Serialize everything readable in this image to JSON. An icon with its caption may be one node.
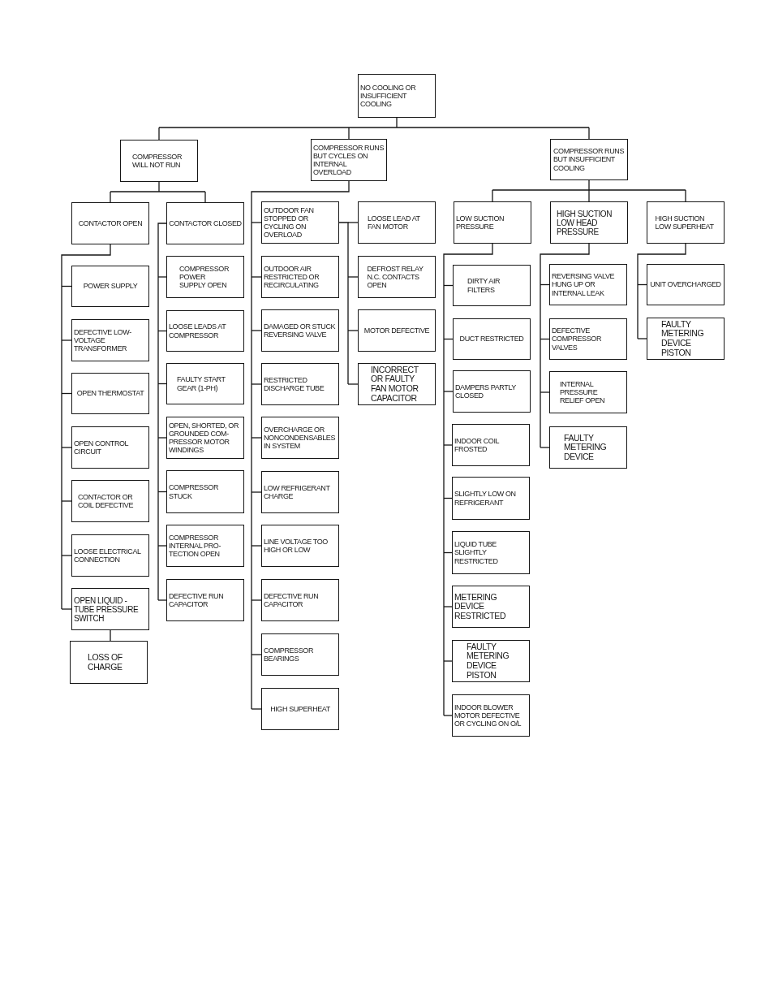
{
  "diagram": {
    "nodes": [
      {
        "text": [
          "NO COOLING OR INSUFFICIENT COOLING"
        ]
      },
      {
        "text": [
          "COMPRESSOR WILL NOT RUN"
        ]
      },
      {
        "text": [
          "COMPRESSOR RUNS BUT CYCLES ON INTERNAL OVERLOAD"
        ]
      },
      {
        "text": [
          "COMPRESSOR RUNS BUT INSUFFICIENT COOLING"
        ]
      },
      {
        "text": [
          "CONTACTOR OPEN"
        ]
      },
      {
        "text": [
          "CONTACTOR CLOSED"
        ]
      },
      {
        "text": [
          "POWER SUPPLY"
        ]
      },
      {
        "text": [
          "DEFECTIVE LOW- VOLTAGE TRANSFORMER"
        ]
      },
      {
        "text": [
          "OPEN THERMOSTAT"
        ]
      },
      {
        "text": [
          "OPEN CONTROL CIRCUIT"
        ]
      },
      {
        "text": [
          "CONTACTOR OR COIL DEFECTIVE"
        ]
      },
      {
        "text": [
          "LOOSE ELECTRICAL CONNECTION"
        ]
      },
      {
        "text": [
          "OPEN LIQUID - TUBE PRESSURE SWITCH"
        ]
      },
      {
        "text": [
          "LOSS OF CHARGE"
        ]
      },
      {
        "text": [
          "COMPRESSOR POWER SUPPLY OPEN"
        ]
      },
      {
        "text": [
          "LOOSE LEADS AT COMPRESSOR"
        ]
      },
      {
        "text": [
          "FAULTY START GEAR (1-PH)"
        ]
      },
      {
        "text": [
          "OPEN, SHORTED, OR GROUNDED COM- PRESSOR MOTOR WINDINGS"
        ]
      },
      {
        "text": [
          "COMPRESSOR STUCK"
        ]
      },
      {
        "text": [
          "COMPRESSOR INTERNAL PRO- TECTION OPEN"
        ]
      },
      {
        "text": [
          "DEFECTIVE RUN CAPACITOR"
        ]
      },
      {
        "text": [
          "OUTDOOR FAN STOPPED OR CYCLING ON OVERLOAD"
        ]
      },
      {
        "text": [
          "OUTDOOR AIR RESTRICTED OR RECIRCULATING"
        ]
      },
      {
        "text": [
          "DAMAGED OR STUCK REVERSING VALVE"
        ]
      },
      {
        "text": [
          "RESTRICTED DISCHARGE TUBE"
        ]
      },
      {
        "text": [
          "OVERCHARGE OR NONCONDENSABLES IN SYSTEM"
        ]
      },
      {
        "text": [
          "LOW REFRIGERANT CHARGE"
        ]
      },
      {
        "text": [
          "LINE VOLTAGE TOO HIGH OR LOW"
        ]
      },
      {
        "text": [
          "DEFECTIVE RUN CAPACITOR"
        ]
      },
      {
        "text": [
          "COMPRESSOR BEARINGS"
        ]
      },
      {
        "text": [
          "HIGH SUPERHEAT"
        ]
      },
      {
        "text": [
          "LOOSE LEAD AT FAN MOTOR"
        ]
      },
      {
        "text": [
          "DEFROST RELAY N.C. CONTACTS OPEN"
        ]
      },
      {
        "text": [
          "MOTOR DEFECTIVE"
        ]
      },
      {
        "text": [
          "INCORRECT OR FAULTY FAN MOTOR CAPACITOR"
        ]
      },
      {
        "text": [
          "LOW SUCTION PRESSURE"
        ]
      },
      {
        "text": [
          "HIGH SUCTION LOW HEAD PRESSURE"
        ]
      },
      {
        "text": [
          "HIGH SUCTION LOW SUPERHEAT"
        ]
      },
      {
        "text": [
          "DIRTY AIR FILTERS"
        ]
      },
      {
        "text": [
          "DUCT RESTRICTED"
        ]
      },
      {
        "text": [
          "DAMPERS PARTLY CLOSED"
        ]
      },
      {
        "text": [
          "INDOOR COIL FROSTED"
        ]
      },
      {
        "text": [
          "SLIGHTLY LOW ON REFRIGERANT"
        ]
      },
      {
        "text": [
          "LIQUID TUBE SLIGHTLY RESTRICTED"
        ]
      },
      {
        "text": [
          "METERING DEVICE RESTRICTED"
        ]
      },
      {
        "text": [
          "FAULTY METERING DEVICE PISTON"
        ]
      },
      {
        "text": [
          "INDOOR BLOWER MOTOR DEFECTIVE OR CYCLING ON O/L"
        ]
      },
      {
        "text": [
          "REVERSING VALVE HUNG UP OR INTERNAL LEAK"
        ]
      },
      {
        "text": [
          "DEFECTIVE COMPRESSOR VALVES"
        ]
      },
      {
        "text": [
          "INTERNAL PRESSURE RELIEF OPEN"
        ]
      },
      {
        "text": [
          "FAULTY METERING DEVICE"
        ]
      },
      {
        "text": [
          "UNIT OVERCHARGED"
        ]
      },
      {
        "text": [
          "FAULTY METERING DEVICE PISTON"
        ]
      }
    ],
    "edges": [
      {
        "from": 0,
        "to": 1,
        "arrow": "none"
      },
      {
        "from": 0,
        "to": 2,
        "arrow": "none"
      },
      {
        "from": 0,
        "to": 3,
        "arrow": "none"
      },
      {
        "from": 1,
        "to": 4,
        "arrow": "none"
      },
      {
        "from": 1,
        "to": 5,
        "arrow": "none"
      },
      {
        "from": 4,
        "to": 6,
        "arrow": "none"
      },
      {
        "from": 4,
        "to": 7,
        "arrow": "none"
      },
      {
        "from": 4,
        "to": 8,
        "arrow": "none"
      },
      {
        "from": 4,
        "to": 9,
        "arrow": "none"
      },
      {
        "from": 4,
        "to": 10,
        "arrow": "none"
      },
      {
        "from": 4,
        "to": 11,
        "arrow": "none"
      },
      {
        "from": 4,
        "to": 12,
        "arrow": "none"
      },
      {
        "from": 12,
        "to": 13,
        "arrow": "none"
      },
      {
        "from": 5,
        "to": 14,
        "arrow": "none"
      },
      {
        "from": 5,
        "to": 15,
        "arrow": "none"
      },
      {
        "from": 5,
        "to": 16,
        "arrow": "none"
      },
      {
        "from": 5,
        "to": 17,
        "arrow": "none"
      },
      {
        "from": 5,
        "to": 18,
        "arrow": "none"
      },
      {
        "from": 5,
        "to": 19,
        "arrow": "none"
      },
      {
        "from": 5,
        "to": 20,
        "arrow": "none"
      },
      {
        "from": 2,
        "to": 21,
        "arrow": "none"
      },
      {
        "from": 2,
        "to": 22,
        "arrow": "none"
      },
      {
        "from": 2,
        "to": 23,
        "arrow": "none"
      },
      {
        "from": 2,
        "to": 24,
        "arrow": "none"
      },
      {
        "from": 2,
        "to": 25,
        "arrow": "none"
      },
      {
        "from": 2,
        "to": 26,
        "arrow": "none"
      },
      {
        "from": 2,
        "to": 27,
        "arrow": "none"
      },
      {
        "from": 2,
        "to": 28,
        "arrow": "none"
      },
      {
        "from": 2,
        "to": 29,
        "arrow": "none"
      },
      {
        "from": 2,
        "to": 30,
        "arrow": "none"
      },
      {
        "from": 21,
        "to": 31,
        "arrow": "none"
      },
      {
        "from": 21,
        "to": 32,
        "arrow": "none"
      },
      {
        "from": 21,
        "to": 33,
        "arrow": "none"
      },
      {
        "from": 21,
        "to": 34,
        "arrow": "none"
      },
      {
        "from": 3,
        "to": 35,
        "arrow": "none"
      },
      {
        "from": 3,
        "to": 36,
        "arrow": "none"
      },
      {
        "from": 3,
        "to": 37,
        "arrow": "none"
      },
      {
        "from": 35,
        "to": 38,
        "arrow": "none"
      },
      {
        "from": 35,
        "to": 39,
        "arrow": "none"
      },
      {
        "from": 35,
        "to": 40,
        "arrow": "none"
      },
      {
        "from": 35,
        "to": 41,
        "arrow": "none"
      },
      {
        "from": 35,
        "to": 42,
        "arrow": "none"
      },
      {
        "from": 35,
        "to": 43,
        "arrow": "none"
      },
      {
        "from": 35,
        "to": 44,
        "arrow": "none"
      },
      {
        "from": 35,
        "to": 45,
        "arrow": "none"
      },
      {
        "from": 35,
        "to": 46,
        "arrow": "none"
      },
      {
        "from": 36,
        "to": 47,
        "arrow": "none"
      },
      {
        "from": 36,
        "to": 48,
        "arrow": "none"
      },
      {
        "from": 36,
        "to": 49,
        "arrow": "none"
      },
      {
        "from": 36,
        "to": 50,
        "arrow": "none"
      },
      {
        "from": 37,
        "to": 51,
        "arrow": "none"
      },
      {
        "from": 37,
        "to": 52,
        "arrow": "none"
      }
    ]
  }
}
